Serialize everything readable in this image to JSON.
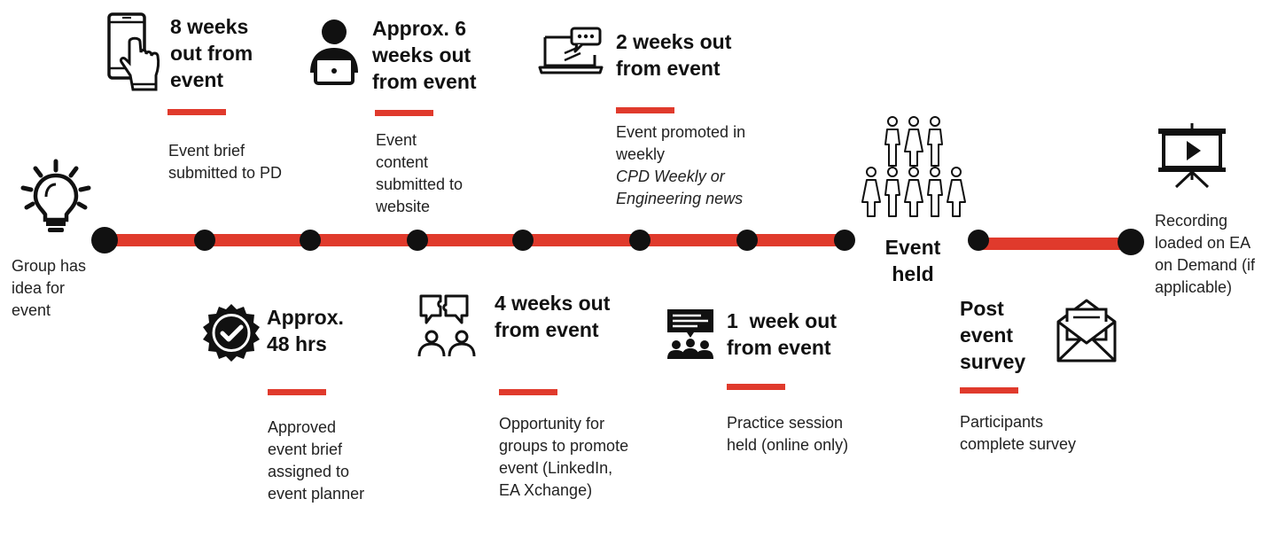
{
  "start": {
    "label": "Group has idea for event"
  },
  "steps": [
    {
      "heading": "8 weeks out from event",
      "desc": "Event brief submitted to PD"
    },
    {
      "heading": "Approx. 48 hrs",
      "desc": "Approved event brief assigned to event planner"
    },
    {
      "heading": "Approx. 6 weeks out from event",
      "desc": "Event content submitted to website"
    },
    {
      "heading": "4 weeks out from event",
      "desc": "Opportunity for groups to promote event (LinkedIn, EA Xchange)"
    },
    {
      "heading": "2 weeks out from event",
      "desc_prefix": "Event promoted in weekly",
      "desc_italic": "CPD Weekly or Engineering news"
    },
    {
      "heading": "1  week out from event",
      "desc": "Practice session held (online only)"
    },
    {
      "heading": "Post event survey",
      "desc": "Participants complete survey"
    }
  ],
  "event": {
    "label": "Event held"
  },
  "end": {
    "label": "Recording loaded on EA on Demand (if applicable)"
  },
  "colors": {
    "accent": "#e03a2c",
    "dot": "#111111"
  }
}
